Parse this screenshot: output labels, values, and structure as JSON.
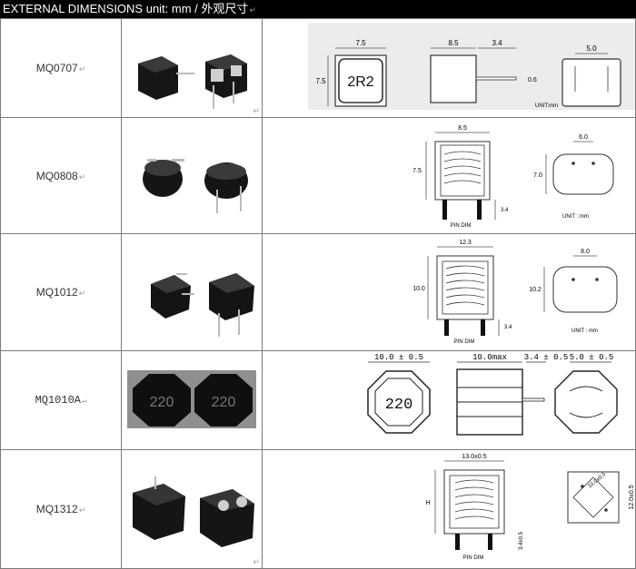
{
  "header": {
    "title": "EXTERNAL DIMENSIONS unit: mm / 外观尺寸",
    "mark": "↵"
  },
  "colors": {
    "header_bg": "#000000",
    "header_fg": "#ffffff",
    "grid": "#7a7a7a",
    "part_body": "#1a1a1a"
  },
  "rows": [
    {
      "model": "MQ0707",
      "marking": "2R2",
      "dims": {
        "a": "7.5",
        "b": "7.5",
        "c": "8.5",
        "d": "3.4",
        "e": "0.6",
        "f": "5.0"
      },
      "unit": "UNIT:mm"
    },
    {
      "model": "MQ0808",
      "dims": {
        "a": "8.5",
        "b": "7.5",
        "c": "3.4",
        "d": "6.0",
        "e": "7.0"
      },
      "pin": "PIN DIM",
      "unit": "UNIT : mm"
    },
    {
      "model": "MQ1012",
      "dims": {
        "a": "12.3",
        "b": "10.0",
        "c": "3.4",
        "d": "8.0",
        "e": "10.2"
      },
      "pin": "PIN DIM",
      "unit": "UNIT : mm"
    },
    {
      "model": "MQ1010A",
      "marking": "220",
      "photo_marking": "220",
      "dims": {
        "a": "10.0 ± 0.5",
        "b": "10.0max",
        "c": "3.4 ± 0.5",
        "d": "5.0 ± 0.5"
      }
    },
    {
      "model": "MQ1312",
      "dims": {
        "a": "13.0±0.5",
        "b": "H",
        "c": "3.4±0.5",
        "d": "10.0±0.5",
        "e": "12.0±0.5"
      },
      "pin": "PIN DIM"
    }
  ]
}
